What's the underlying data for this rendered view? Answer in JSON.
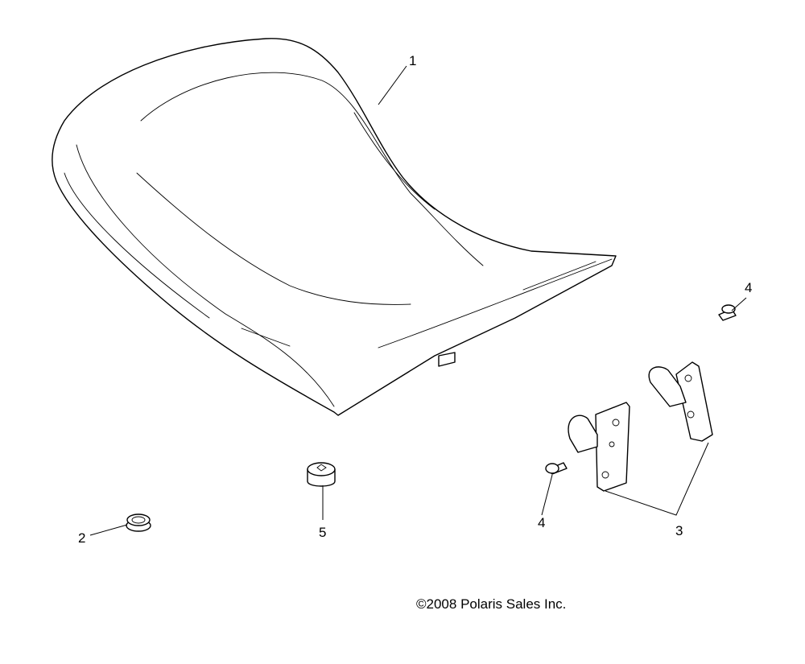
{
  "diagram": {
    "callouts": {
      "seat": "1",
      "grommet": "2",
      "bracket": "3",
      "bolt_upper": "4",
      "bolt_lower": "4",
      "bumper": "5"
    },
    "copyright": "©2008 Polaris Sales Inc."
  }
}
